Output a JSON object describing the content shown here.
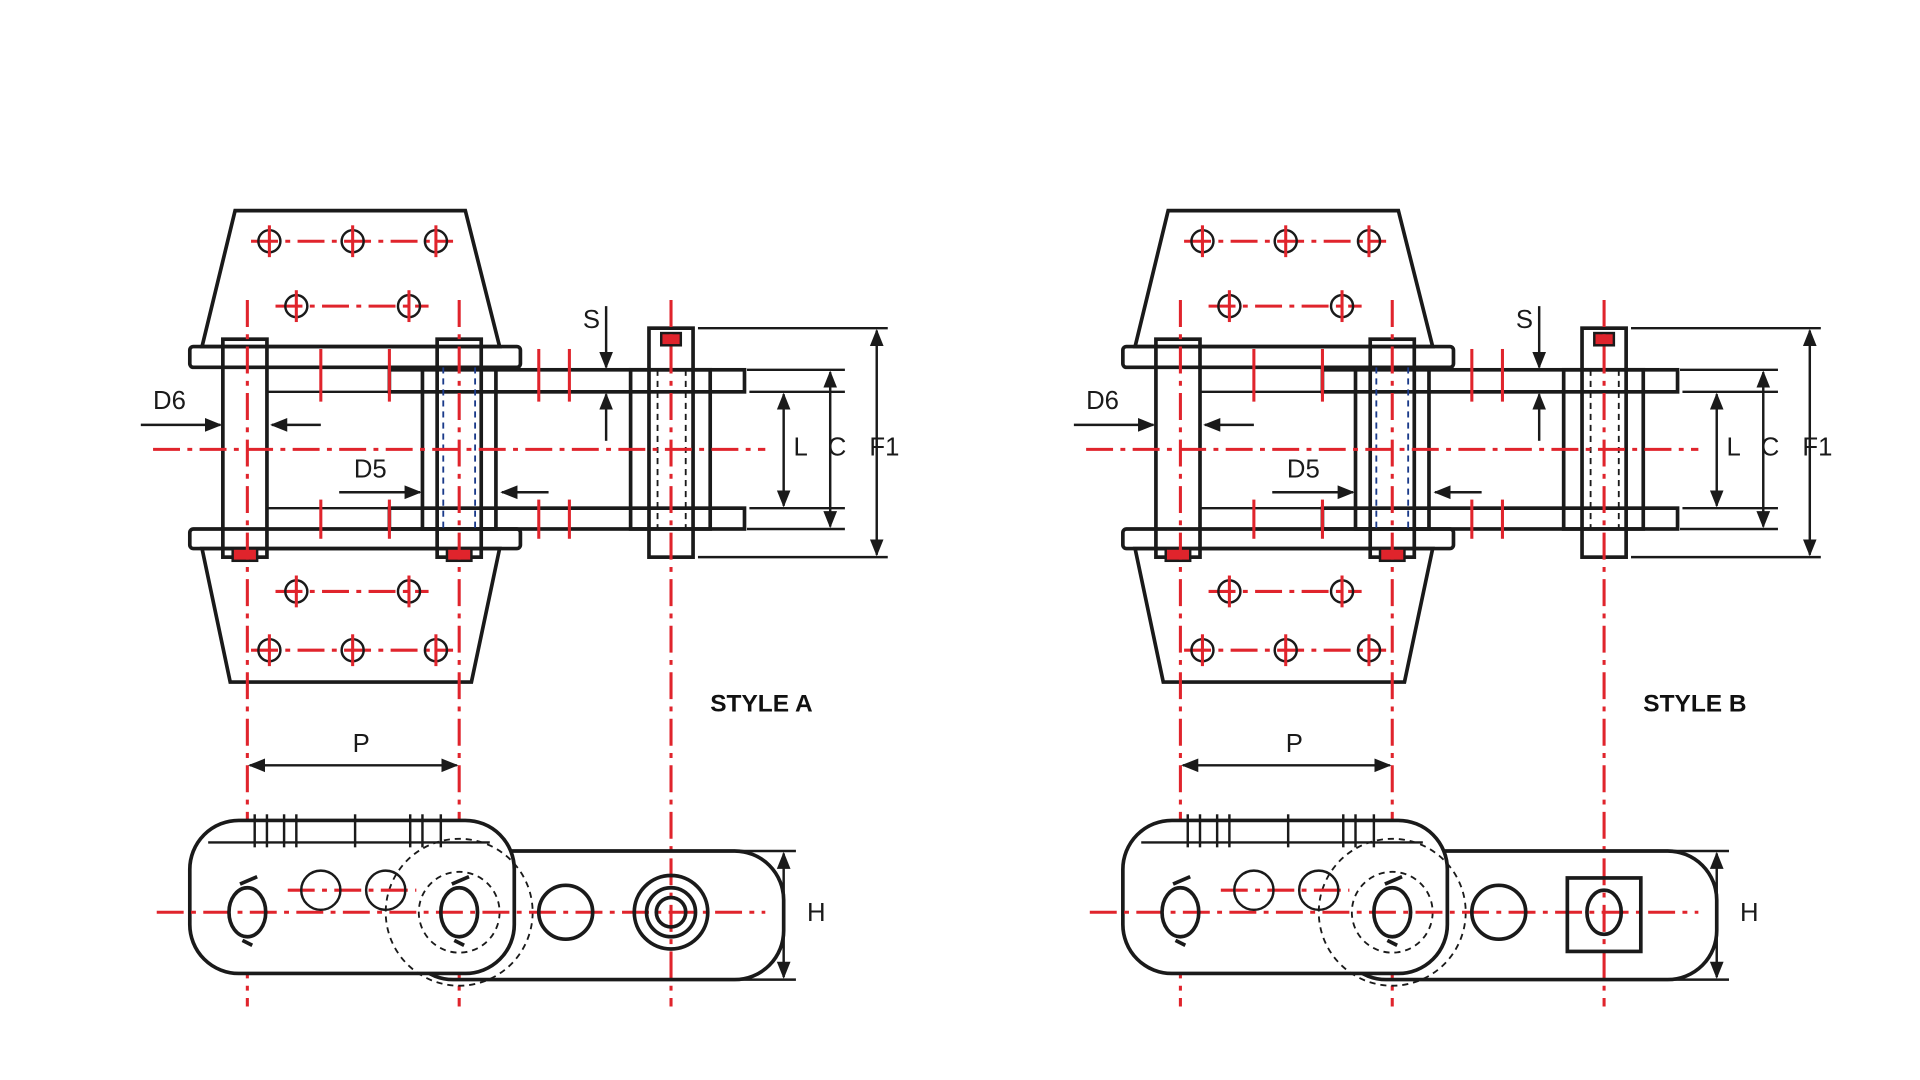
{
  "styles": [
    {
      "title": "STYLE A",
      "variant": "round",
      "labels": {
        "d6": "D6",
        "d5": "D5",
        "s": "S",
        "l": "L",
        "c": "C",
        "f1": "F1",
        "p": "P",
        "h": "H"
      }
    },
    {
      "title": "STYLE B",
      "variant": "square",
      "labels": {
        "d6": "D6",
        "d5": "D5",
        "s": "S",
        "l": "L",
        "c": "C",
        "f1": "F1",
        "p": "P",
        "h": "H"
      }
    }
  ],
  "colors": {
    "line": "#1a1a1a",
    "centerline": "#e0242c",
    "background": "#ffffff"
  }
}
